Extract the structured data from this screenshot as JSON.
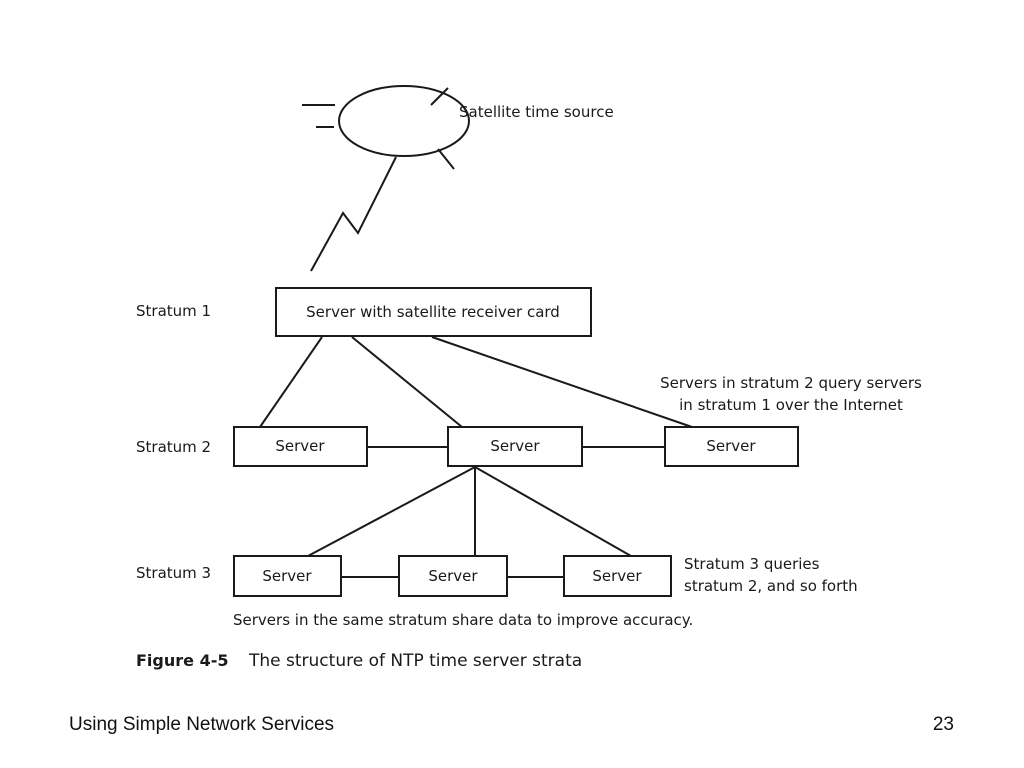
{
  "diagram": {
    "satellite_label": "Satellite time source",
    "stratum_labels": [
      "Stratum 1",
      "Stratum 2",
      "Stratum 3"
    ],
    "stratum1_server": "Server with satellite receiver card",
    "stratum2_servers": [
      "Server",
      "Server",
      "Server"
    ],
    "stratum3_servers": [
      "Server",
      "Server",
      "Server"
    ],
    "note_stratum2": [
      "Servers in stratum 2 query servers",
      "in stratum 1 over the Internet"
    ],
    "note_stratum3": [
      "Stratum 3 queries",
      "stratum 2, and so forth"
    ],
    "note_share": "Servers in the same stratum share data to improve accuracy."
  },
  "caption": {
    "figure_number": "Figure 4-5",
    "figure_title": "The structure of NTP time server strata"
  },
  "footer": {
    "title": "Using Simple Network Services",
    "page_number": "23"
  }
}
